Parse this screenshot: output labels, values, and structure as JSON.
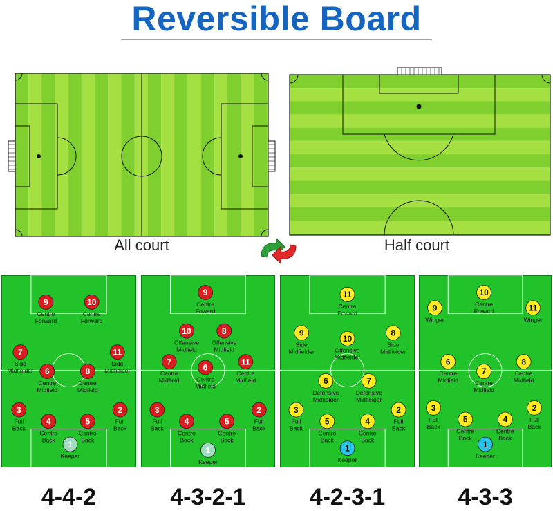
{
  "title": "Reversible Board",
  "captions": {
    "all_court": "All court",
    "half_court": "Half court"
  },
  "colors": {
    "title": "#1565c0",
    "red_player": "#d81e1e",
    "yellow_player": "#ffeb1f",
    "keeper_light": "#9fdcc0",
    "keeper_cyan": "#29c3ea",
    "pitch_green": "#22c22b"
  },
  "formations": [
    {
      "name": "4-4-2",
      "team": "red",
      "players": [
        {
          "num": "9",
          "label": [
            "Centre",
            "Forward"
          ]
        },
        {
          "num": "10",
          "label": [
            "Centre",
            "Forward"
          ]
        },
        {
          "num": "7",
          "label": [
            "Side",
            "Midfielder"
          ]
        },
        {
          "num": "11",
          "label": [
            "Side",
            "Midfielder"
          ]
        },
        {
          "num": "6",
          "label": [
            "Centre",
            "Midfield"
          ]
        },
        {
          "num": "8",
          "label": [
            "Centre",
            "Midfield"
          ]
        },
        {
          "num": "3",
          "label": [
            "Full",
            "Back"
          ]
        },
        {
          "num": "2",
          "label": [
            "Full",
            "Back"
          ]
        },
        {
          "num": "4",
          "label": [
            "Centre",
            "Back"
          ]
        },
        {
          "num": "5",
          "label": [
            "Centre",
            "Back"
          ]
        },
        {
          "num": "1",
          "label": [
            "Keeper"
          ],
          "keeper": true
        }
      ]
    },
    {
      "name": "4-3-2-1",
      "team": "red",
      "players": [
        {
          "num": "9",
          "label": [
            "Centre",
            "Foward"
          ]
        },
        {
          "num": "10",
          "label": [
            "Offensive",
            "Midfield"
          ]
        },
        {
          "num": "8",
          "label": [
            "Offensive",
            "Midfield"
          ]
        },
        {
          "num": "7",
          "label": [
            "Centre",
            "Midfield"
          ]
        },
        {
          "num": "6",
          "label": [
            "Centre",
            "Midfield"
          ]
        },
        {
          "num": "11",
          "label": [
            "Centre",
            "Midfield"
          ]
        },
        {
          "num": "3",
          "label": [
            "Full",
            "Back"
          ]
        },
        {
          "num": "2",
          "label": [
            "Full",
            "Back"
          ]
        },
        {
          "num": "4",
          "label": [
            "Centre",
            "Back"
          ]
        },
        {
          "num": "5",
          "label": [
            "Centre",
            "Back"
          ]
        },
        {
          "num": "1",
          "label": [
            "Keeper"
          ],
          "keeper": true
        }
      ]
    },
    {
      "name": "4-2-3-1",
      "team": "yellow",
      "players": [
        {
          "num": "11",
          "label": [
            "Centre",
            "Foward"
          ]
        },
        {
          "num": "9",
          "label": [
            "Side",
            "Midfielder"
          ]
        },
        {
          "num": "10",
          "label": [
            "Offensive",
            "Midfielder"
          ]
        },
        {
          "num": "8",
          "label": [
            "Side",
            "Midfielder"
          ]
        },
        {
          "num": "6",
          "label": [
            "Defensive",
            "Midfielder"
          ]
        },
        {
          "num": "7",
          "label": [
            "Defensive",
            "Midfielder"
          ]
        },
        {
          "num": "3",
          "label": [
            "Full",
            "Back"
          ]
        },
        {
          "num": "2",
          "label": [
            "Full",
            "Back"
          ]
        },
        {
          "num": "5",
          "label": [
            "Centre",
            "Back"
          ]
        },
        {
          "num": "4",
          "label": [
            "Centre",
            "Back"
          ]
        },
        {
          "num": "1",
          "label": [
            "Keeper"
          ],
          "keeper": true
        }
      ]
    },
    {
      "name": "4-3-3",
      "team": "yellow",
      "players": [
        {
          "num": "10",
          "label": [
            "Centre",
            "Foward"
          ]
        },
        {
          "num": "9",
          "label": [
            "Winger"
          ]
        },
        {
          "num": "11",
          "label": [
            "Winger"
          ]
        },
        {
          "num": "6",
          "label": [
            "Centre",
            "Midfield"
          ]
        },
        {
          "num": "7",
          "label": [
            "Centre",
            "Midfield"
          ]
        },
        {
          "num": "8",
          "label": [
            "Centre",
            "Midfield"
          ]
        },
        {
          "num": "3",
          "label": [
            "Full",
            "Back"
          ]
        },
        {
          "num": "2",
          "label": [
            "Full",
            "Back"
          ]
        },
        {
          "num": "5",
          "label": [
            "Centre",
            "Back"
          ]
        },
        {
          "num": "4",
          "label": [
            "Centre",
            "Back"
          ]
        },
        {
          "num": "1",
          "label": [
            "Keeper"
          ],
          "keeper": true
        }
      ]
    }
  ]
}
